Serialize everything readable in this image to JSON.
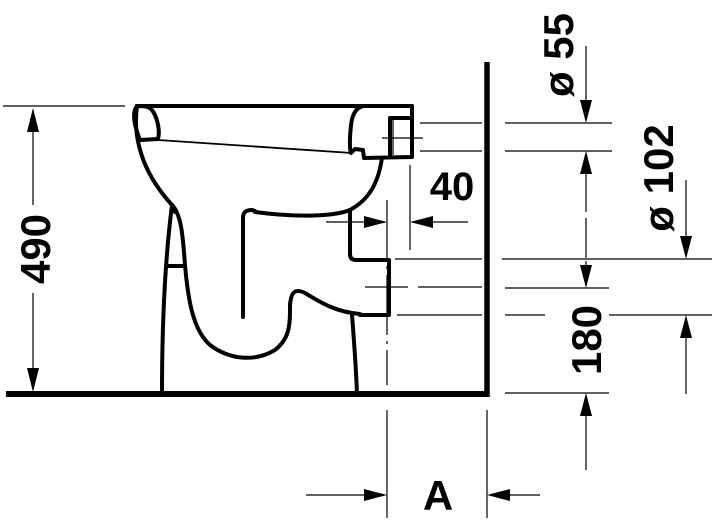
{
  "drawing": {
    "subject": "floor-standing toilet, side elevation with dimensions",
    "units": "mm",
    "line_color": "#000000",
    "background": "#ffffff"
  },
  "dimensions": {
    "height_total": {
      "label": "490",
      "orientation": "vertical"
    },
    "outlet_offset": {
      "label": "40",
      "orientation": "horizontal"
    },
    "inlet_diameter": {
      "label": "ø 55",
      "orientation": "vertical"
    },
    "outlet_diameter": {
      "label": "ø 102",
      "orientation": "vertical"
    },
    "outlet_height": {
      "label": "180",
      "orientation": "vertical"
    },
    "wall_distance": {
      "label": "A",
      "orientation": "horizontal"
    }
  }
}
